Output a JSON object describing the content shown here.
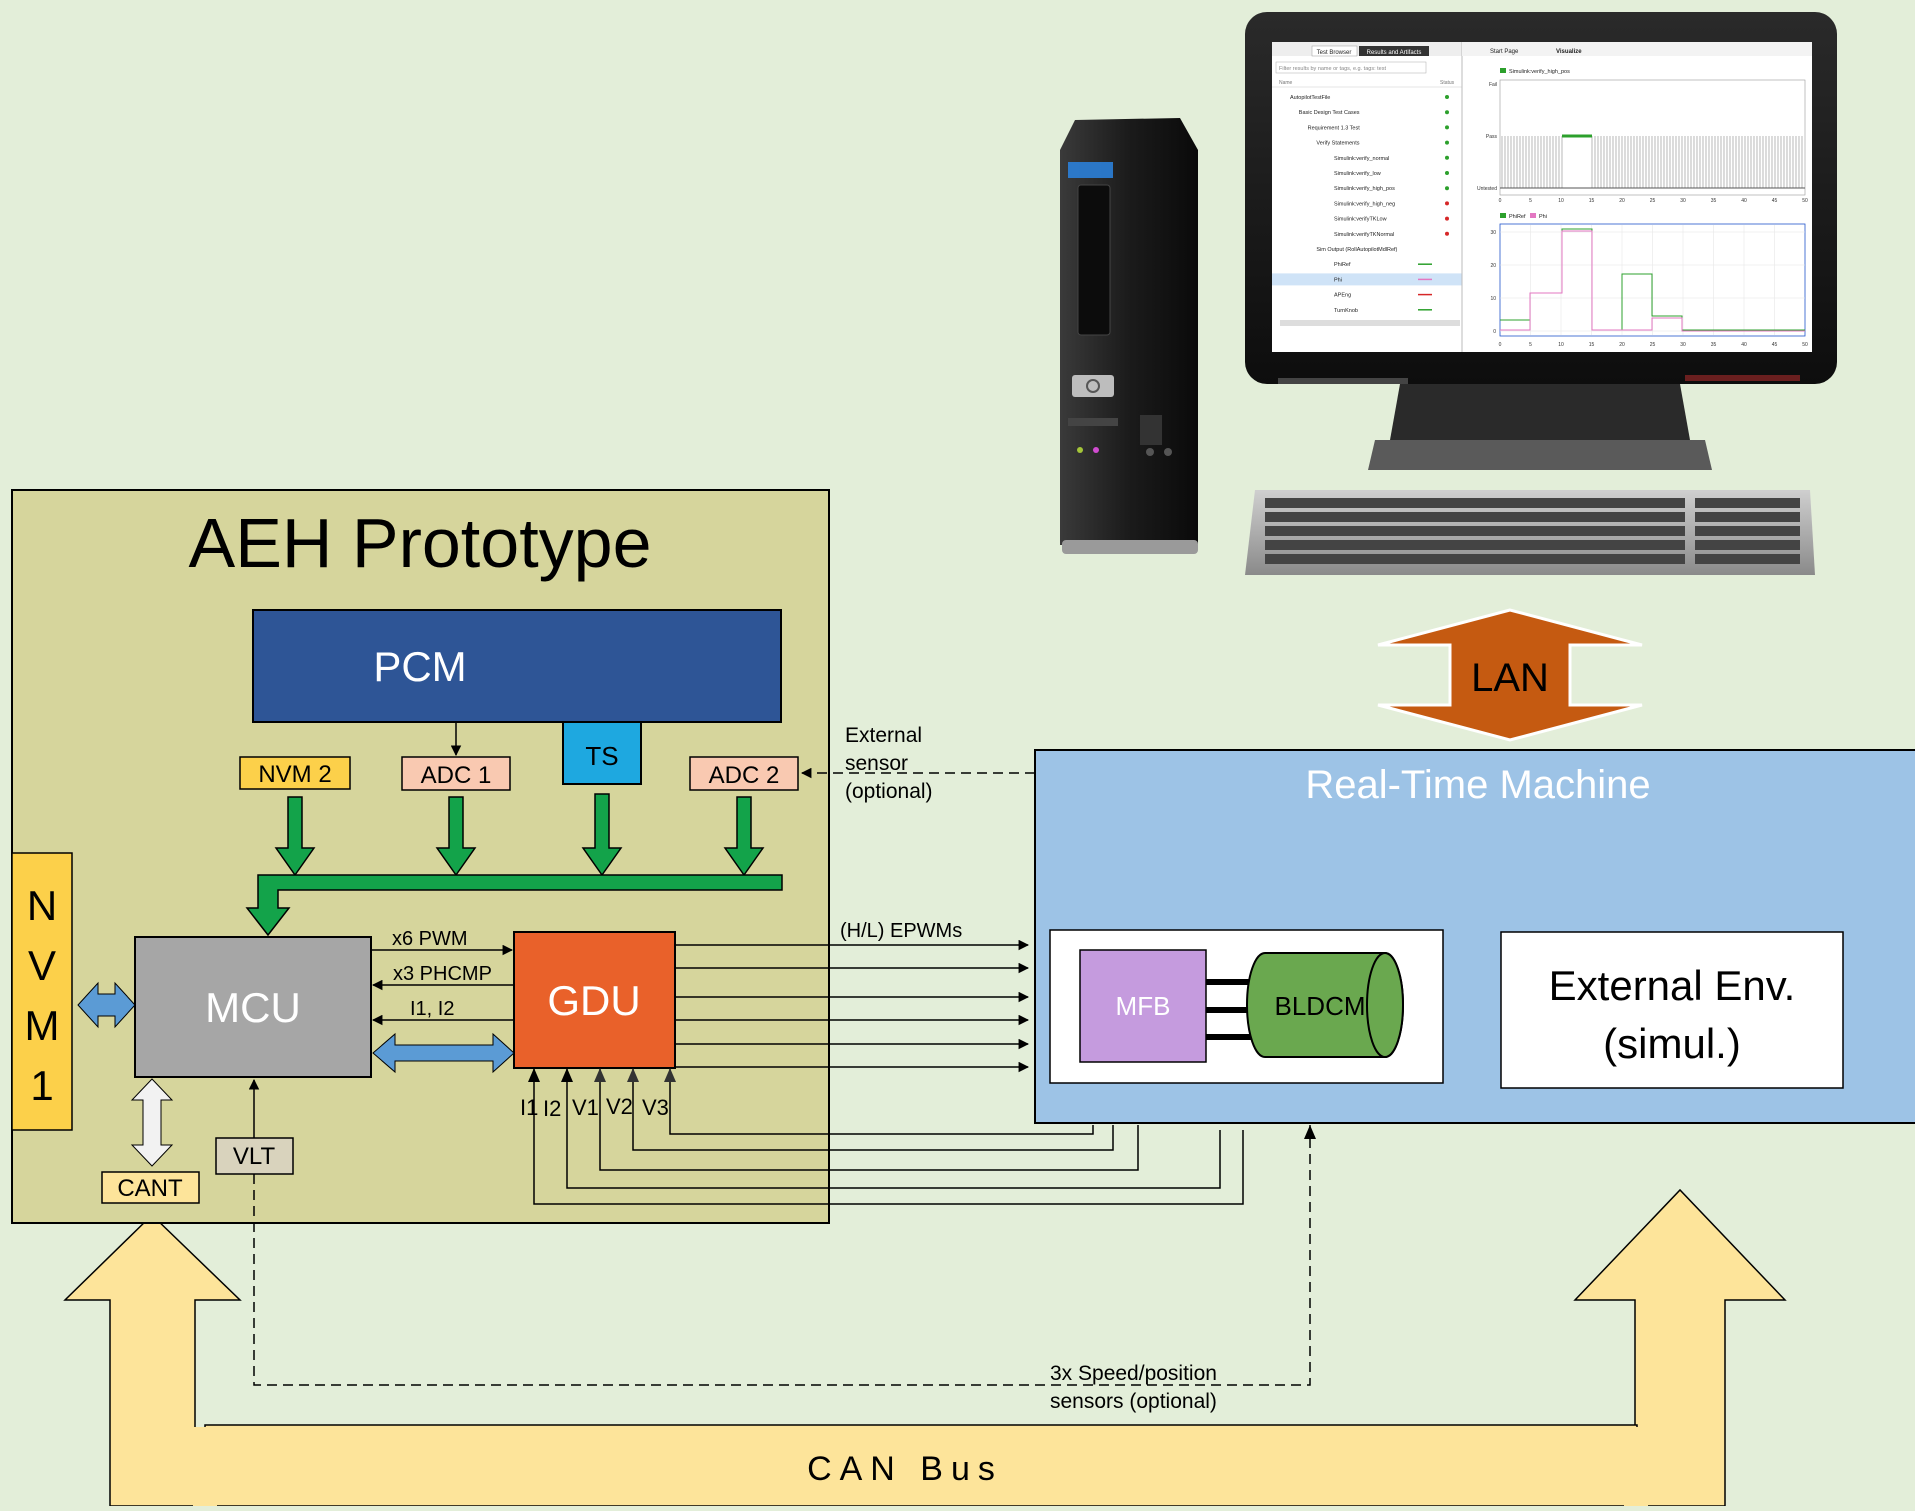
{
  "aeh": {
    "title": "AEH Prototype"
  },
  "blocks": {
    "pcm": "PCM",
    "ts": "TS",
    "nvm2": "NVM 2",
    "adc1": "ADC 1",
    "adc2": "ADC 2",
    "nvm1": [
      "N",
      "V",
      "M",
      "1"
    ],
    "mcu": "MCU",
    "gdu": "GDU",
    "vlt": "VLT",
    "cant": "CANT"
  },
  "signals": {
    "pwm": "x6 PWM",
    "phcmp": "x3 PHCMP",
    "currents": "I1, I2",
    "epwms": "(H/L) EPWMs",
    "gdu_inputs": [
      "I1",
      "I2",
      "V1",
      "V2",
      "V3"
    ],
    "external_sensor": [
      "External",
      "sensor",
      "(optional)"
    ],
    "speed_sensors": [
      "3x Speed/position",
      "sensors (optional)"
    ]
  },
  "rtm": {
    "title": "Real-Time Machine",
    "mfb": "MFB",
    "bldcm": "BLDCM",
    "ext_env": [
      "External Env.",
      "(simul.)"
    ]
  },
  "lan": "LAN",
  "can_bus": "CAN Bus",
  "monitor": {
    "tabs": [
      "Test Browser",
      "Results and Artifacts"
    ],
    "filter_placeholder": "Filter results by name or tags, e.g. tags: test",
    "columns": [
      "Name",
      "Status"
    ],
    "tree": [
      "AutopilotTestFile",
      "Basic Design Test Cases",
      "Requirement 1.3 Test",
      "Verify Statements",
      "Simulink:verify_normal",
      "Simulink:verify_low",
      "Simulink:verify_high_pos",
      "Simulink:verify_high_neg",
      "Simulink:verifyTKLow",
      "Simulink:verifyTKNormal",
      "Sim Output (RollAutopilotMdlRef)",
      "PhiRef",
      "Phi",
      "APEng",
      "TurnKnob"
    ],
    "right_tabs": [
      "Start Page",
      "Visualize"
    ],
    "plot1_legend": "Simulink:verify_high_pos",
    "plot1_levels": [
      "Fail",
      "Pass",
      "Untested"
    ],
    "plot2_legend": [
      "PhiRef",
      "Phi"
    ],
    "x_ticks": [
      "0",
      "5",
      "10",
      "15",
      "20",
      "25",
      "30",
      "35",
      "40",
      "45",
      "50"
    ],
    "plot2_y_ticks": [
      "30",
      "20",
      "10",
      "0"
    ]
  },
  "colors": {
    "background": "#e3eed9",
    "aeh_fill": "#d6d59c",
    "pcm": "#2e5596",
    "ts": "#1ea8e0",
    "small_block": "#f9c9b1",
    "nvm": "#fcd04a",
    "mcu": "#a6a6a6",
    "gdu": "#e9612a",
    "bus_arrow": "#13a34a",
    "rtm": "#9dc3e6",
    "mfb": "#c59bde",
    "bldcm": "#6aa84f",
    "lan": "#c55a11",
    "can": "#fde49a"
  }
}
